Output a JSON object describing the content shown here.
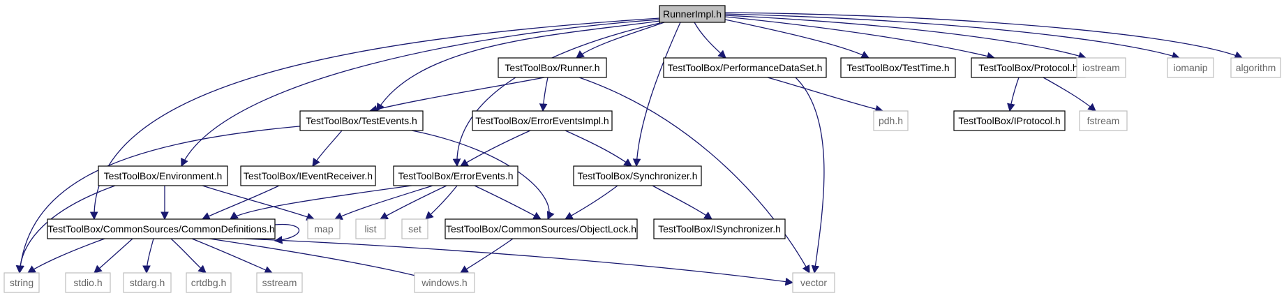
{
  "graph": {
    "title": "",
    "edge_color": "#191970",
    "root_fill": "#bfbfbf",
    "external_border": "#bfbfbf",
    "nodes": [
      {
        "id": "RunnerImpl.h",
        "label": "RunnerImpl.h",
        "kind": "root"
      },
      {
        "id": "Runner.h",
        "label": "TestToolBox/Runner.h",
        "kind": "header"
      },
      {
        "id": "PerformanceDataSet.h",
        "label": "TestToolBox/PerformanceDataSet.h",
        "kind": "header"
      },
      {
        "id": "TestTime.h",
        "label": "TestToolBox/TestTime.h",
        "kind": "header"
      },
      {
        "id": "Protocol.h",
        "label": "TestToolBox/Protocol.h",
        "kind": "header"
      },
      {
        "id": "iostream",
        "label": "iostream",
        "kind": "external"
      },
      {
        "id": "iomanip",
        "label": "iomanip",
        "kind": "external"
      },
      {
        "id": "algorithm",
        "label": "algorithm",
        "kind": "external"
      },
      {
        "id": "TestEvents.h",
        "label": "TestToolBox/TestEvents.h",
        "kind": "header"
      },
      {
        "id": "ErrorEventsImpl.h",
        "label": "TestToolBox/ErrorEventsImpl.h",
        "kind": "header"
      },
      {
        "id": "pdh.h",
        "label": "pdh.h",
        "kind": "external"
      },
      {
        "id": "IProtocol.h",
        "label": "TestToolBox/IProtocol.h",
        "kind": "header"
      },
      {
        "id": "fstream",
        "label": "fstream",
        "kind": "external"
      },
      {
        "id": "Environment.h",
        "label": "TestToolBox/Environment.h",
        "kind": "header"
      },
      {
        "id": "IEventReceiver.h",
        "label": "TestToolBox/IEventReceiver.h",
        "kind": "header"
      },
      {
        "id": "ErrorEvents.h",
        "label": "TestToolBox/ErrorEvents.h",
        "kind": "header"
      },
      {
        "id": "Synchronizer.h",
        "label": "TestToolBox/Synchronizer.h",
        "kind": "header"
      },
      {
        "id": "CommonDefinitions.h",
        "label": "TestToolBox/CommonSources/CommonDefinitions.h",
        "kind": "header"
      },
      {
        "id": "map",
        "label": "map",
        "kind": "external"
      },
      {
        "id": "list",
        "label": "list",
        "kind": "external"
      },
      {
        "id": "set",
        "label": "set",
        "kind": "external"
      },
      {
        "id": "ObjectLock.h",
        "label": "TestToolBox/CommonSources/ObjectLock.h",
        "kind": "header"
      },
      {
        "id": "ISynchronizer.h",
        "label": "TestToolBox/ISynchronizer.h",
        "kind": "header"
      },
      {
        "id": "string",
        "label": "string",
        "kind": "external"
      },
      {
        "id": "stdio.h",
        "label": "stdio.h",
        "kind": "external"
      },
      {
        "id": "stdarg.h",
        "label": "stdarg.h",
        "kind": "external"
      },
      {
        "id": "crtdbg.h",
        "label": "crtdbg.h",
        "kind": "external"
      },
      {
        "id": "sstream",
        "label": "sstream",
        "kind": "external"
      },
      {
        "id": "windows.h",
        "label": "windows.h",
        "kind": "external"
      },
      {
        "id": "vector",
        "label": "vector",
        "kind": "external"
      }
    ],
    "edges": [
      {
        "from": "RunnerImpl.h",
        "to": "Runner.h"
      },
      {
        "from": "RunnerImpl.h",
        "to": "PerformanceDataSet.h"
      },
      {
        "from": "RunnerImpl.h",
        "to": "TestTime.h"
      },
      {
        "from": "RunnerImpl.h",
        "to": "Protocol.h"
      },
      {
        "from": "RunnerImpl.h",
        "to": "iostream"
      },
      {
        "from": "RunnerImpl.h",
        "to": "iomanip"
      },
      {
        "from": "RunnerImpl.h",
        "to": "algorithm"
      },
      {
        "from": "RunnerImpl.h",
        "to": "TestEvents.h"
      },
      {
        "from": "RunnerImpl.h",
        "to": "Environment.h"
      },
      {
        "from": "RunnerImpl.h",
        "to": "ErrorEvents.h"
      },
      {
        "from": "RunnerImpl.h",
        "to": "Synchronizer.h"
      },
      {
        "from": "RunnerImpl.h",
        "to": "CommonDefinitions.h"
      },
      {
        "from": "Runner.h",
        "to": "TestEvents.h"
      },
      {
        "from": "Runner.h",
        "to": "ErrorEventsImpl.h"
      },
      {
        "from": "Runner.h",
        "to": "vector"
      },
      {
        "from": "PerformanceDataSet.h",
        "to": "pdh.h"
      },
      {
        "from": "PerformanceDataSet.h",
        "to": "vector"
      },
      {
        "from": "Protocol.h",
        "to": "IProtocol.h"
      },
      {
        "from": "Protocol.h",
        "to": "fstream"
      },
      {
        "from": "TestEvents.h",
        "to": "IEventReceiver.h"
      },
      {
        "from": "TestEvents.h",
        "to": "ObjectLock.h"
      },
      {
        "from": "TestEvents.h",
        "to": "string"
      },
      {
        "from": "ErrorEventsImpl.h",
        "to": "ErrorEvents.h"
      },
      {
        "from": "ErrorEventsImpl.h",
        "to": "Synchronizer.h"
      },
      {
        "from": "Environment.h",
        "to": "CommonDefinitions.h"
      },
      {
        "from": "Environment.h",
        "to": "map"
      },
      {
        "from": "Environment.h",
        "to": "string"
      },
      {
        "from": "IEventReceiver.h",
        "to": "CommonDefinitions.h"
      },
      {
        "from": "ErrorEvents.h",
        "to": "CommonDefinitions.h"
      },
      {
        "from": "ErrorEvents.h",
        "to": "map"
      },
      {
        "from": "ErrorEvents.h",
        "to": "list"
      },
      {
        "from": "ErrorEvents.h",
        "to": "set"
      },
      {
        "from": "ErrorEvents.h",
        "to": "ObjectLock.h"
      },
      {
        "from": "Synchronizer.h",
        "to": "ObjectLock.h"
      },
      {
        "from": "Synchronizer.h",
        "to": "ISynchronizer.h"
      },
      {
        "from": "CommonDefinitions.h",
        "to": "CommonDefinitions.h"
      },
      {
        "from": "CommonDefinitions.h",
        "to": "string"
      },
      {
        "from": "CommonDefinitions.h",
        "to": "stdio.h"
      },
      {
        "from": "CommonDefinitions.h",
        "to": "stdarg.h"
      },
      {
        "from": "CommonDefinitions.h",
        "to": "crtdbg.h"
      },
      {
        "from": "CommonDefinitions.h",
        "to": "sstream"
      },
      {
        "from": "CommonDefinitions.h",
        "to": "windows.h"
      },
      {
        "from": "CommonDefinitions.h",
        "to": "vector"
      },
      {
        "from": "ObjectLock.h",
        "to": "windows.h"
      }
    ]
  }
}
